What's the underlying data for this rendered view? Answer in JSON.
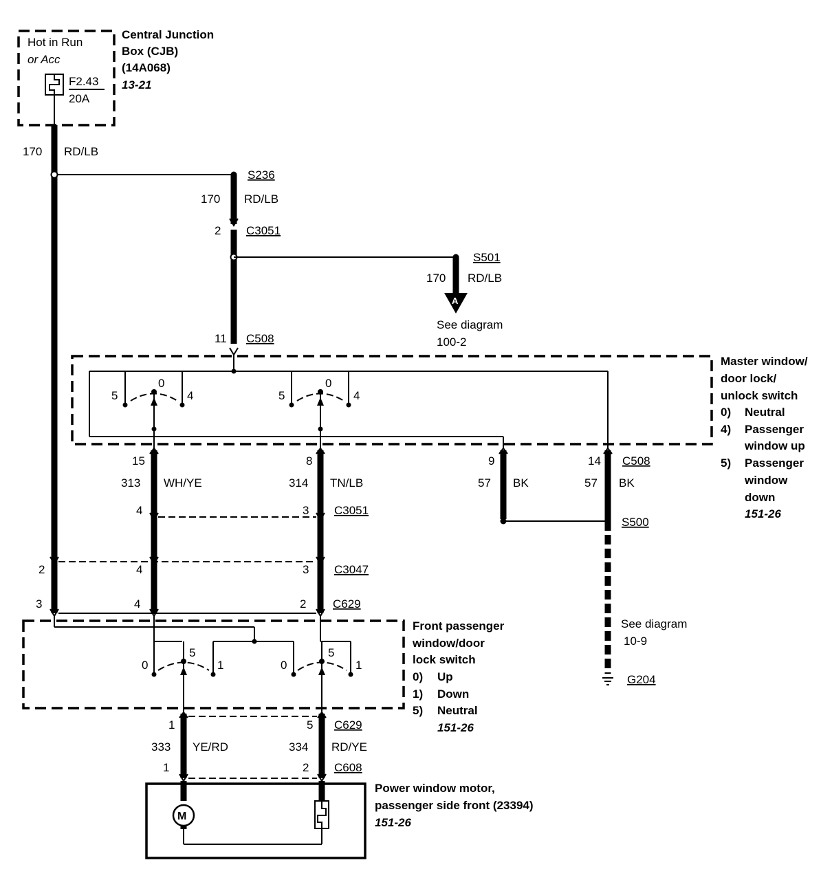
{
  "cjb": {
    "hot": [
      "Hot in Run",
      "or Acc"
    ],
    "fuse_id": "F2.43",
    "fuse_amp": "20A",
    "name": [
      "Central Junction",
      "Box (CJB)",
      "(14A068)"
    ],
    "ref": "13-21"
  },
  "wires": {
    "feed_circuit": "170",
    "feed_color": "RD/LB",
    "w313": "313",
    "w313_color": "WH/YE",
    "w314": "314",
    "w314_color": "TN/LB",
    "w57": "57",
    "w57_color": "BK",
    "w333": "333",
    "w333_color": "YE/RD",
    "w334": "334",
    "w334_color": "RD/YE"
  },
  "labels": {
    "s236": "S236",
    "c3051": "C3051",
    "s501": "S501",
    "c508": "C508",
    "s500": "S500",
    "c3047": "C3047",
    "c629": "C629",
    "c608": "C608",
    "g204": "G204",
    "arrow_a": "A",
    "see_diagram": "See diagram",
    "ref_100_2": "100-2",
    "ref_10_9": "10-9"
  },
  "pins": {
    "p2": "2",
    "p3": "3",
    "p4": "4",
    "p5": "5",
    "p1": "1",
    "p0": "0",
    "p8": "8",
    "p9": "9",
    "p11": "11",
    "p14": "14",
    "p15": "15"
  },
  "master_switch": {
    "title": [
      "Master window/",
      "door lock/",
      "unlock switch"
    ],
    "states": [
      {
        "num": "0)",
        "lines": [
          "Neutral"
        ]
      },
      {
        "num": "4)",
        "lines": [
          "Passenger",
          "window up"
        ]
      },
      {
        "num": "5)",
        "lines": [
          "Passenger",
          "window",
          "down"
        ]
      }
    ],
    "ref": "151-26"
  },
  "front_switch": {
    "title": [
      "Front passenger",
      "window/door",
      "lock switch"
    ],
    "states": [
      {
        "num": "0)",
        "label": "Up"
      },
      {
        "num": "1)",
        "label": "Down"
      },
      {
        "num": "5)",
        "label": "Neutral"
      }
    ],
    "ref": "151-26"
  },
  "motor": {
    "title": [
      "Power window motor,",
      "passenger side front (23394)"
    ],
    "symbol": "M",
    "ref": "151-26"
  }
}
